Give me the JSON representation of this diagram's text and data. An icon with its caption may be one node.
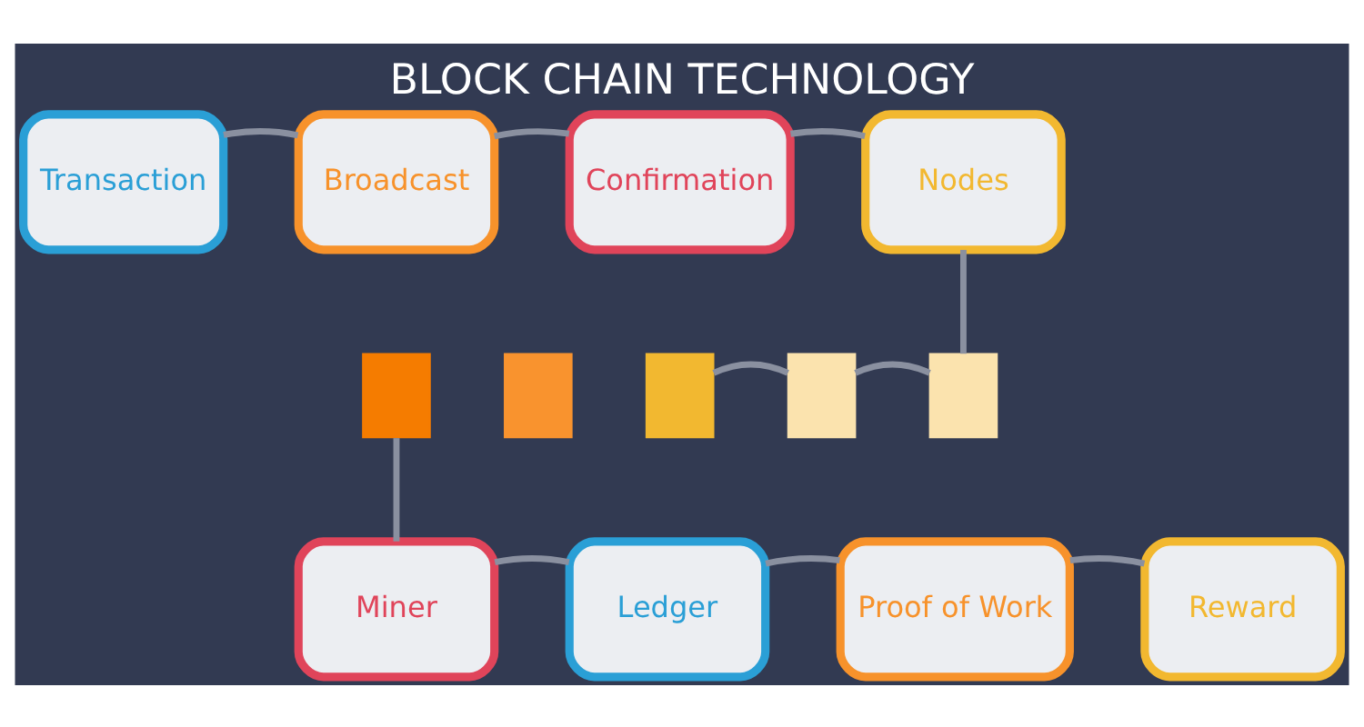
{
  "diagram": {
    "title": "BLOCK CHAIN TECHNOLOGY",
    "nodes": [
      {
        "text": [
          "Transaction"
        ]
      },
      {
        "text": [
          "Broadcast"
        ]
      },
      {
        "text": [
          "Confirmation"
        ]
      },
      {
        "text": [
          "Nodes"
        ]
      },
      {
        "text": [],
        "shape": "box"
      },
      {
        "text": [],
        "shape": "box"
      },
      {
        "text": [],
        "shape": "box"
      },
      {
        "text": [],
        "shape": "box"
      },
      {
        "text": [],
        "shape": "box"
      },
      {
        "text": [
          "Miner"
        ]
      },
      {
        "text": [
          "Ledger"
        ]
      },
      {
        "text": [
          "Proof of Work"
        ]
      },
      {
        "text": [
          "Reward"
        ]
      }
    ],
    "edges": [
      {
        "from": 0,
        "to": 1,
        "arrow": "none"
      },
      {
        "from": 1,
        "to": 2,
        "arrow": "none"
      },
      {
        "from": 2,
        "to": 3,
        "arrow": "none"
      },
      {
        "from": 3,
        "to": 8,
        "arrow": "none"
      },
      {
        "from": 7,
        "to": 8,
        "arrow": "none"
      },
      {
        "from": 6,
        "to": 7,
        "arrow": "none"
      },
      {
        "from": 4,
        "to": 9,
        "arrow": "none"
      },
      {
        "from": 9,
        "to": 10,
        "arrow": "none"
      },
      {
        "from": 10,
        "to": 11,
        "arrow": "none"
      },
      {
        "from": 11,
        "to": 12,
        "arrow": "none"
      }
    ]
  }
}
